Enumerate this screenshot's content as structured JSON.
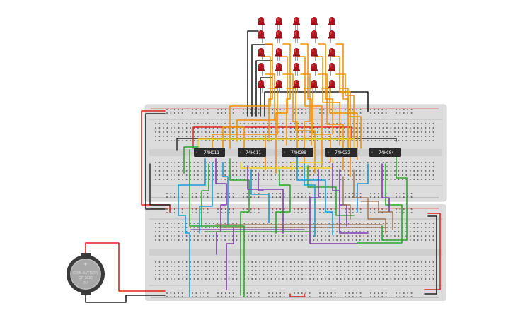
{
  "circuit": {
    "chips": [
      {
        "id": "chip-1",
        "label": "74HC11"
      },
      {
        "id": "chip-2",
        "label": "74HC11"
      },
      {
        "id": "chip-3",
        "label": "74HC08"
      },
      {
        "id": "chip-4",
        "label": "74HC32"
      },
      {
        "id": "chip-5",
        "label": "74HC04"
      }
    ],
    "battery": {
      "plus_sign": "+",
      "line1": "COIN BATTERY",
      "line2": "CR 2032",
      "line3": "3V"
    },
    "led_grid": {
      "columns": 5,
      "rows": 5,
      "color": "#b0141c"
    },
    "breadboards": 2,
    "wire_colors": {
      "power": "#e02020",
      "ground": "#222222",
      "signal_orange": "#f0920c",
      "signal_yellow": "#f2d21e",
      "signal_green": "#33a532",
      "signal_blue": "#1f9bd6",
      "signal_purple": "#7a3fb0",
      "signal_brown": "#9a6a44"
    }
  }
}
